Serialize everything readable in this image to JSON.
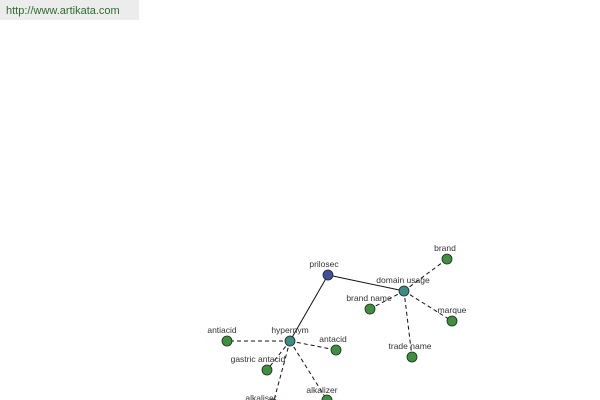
{
  "site_url": "http://www.artikata.com",
  "colors": {
    "root_node": "#3f4f9a",
    "relation_node": "#3d8a86",
    "term_node": "#3e8f3e",
    "edge": "#111111",
    "url_text": "#2e6b2e",
    "url_bg": "#ececec"
  },
  "graph": {
    "nodes": [
      {
        "id": "prilosec",
        "label": "prilosec",
        "kind": "root"
      },
      {
        "id": "domain_usage",
        "label": "domain usage",
        "kind": "relation"
      },
      {
        "id": "hypernym",
        "label": "hypernym",
        "kind": "relation"
      },
      {
        "id": "brand",
        "label": "brand",
        "kind": "term"
      },
      {
        "id": "brand_name",
        "label": "brand name",
        "kind": "term"
      },
      {
        "id": "marque",
        "label": "marque",
        "kind": "term"
      },
      {
        "id": "trade_name",
        "label": "trade name",
        "kind": "term"
      },
      {
        "id": "antiacid",
        "label": "antiacid",
        "kind": "term"
      },
      {
        "id": "antacid",
        "label": "antacid",
        "kind": "term"
      },
      {
        "id": "gastric_antacid",
        "label": "gastric antacid",
        "kind": "term"
      },
      {
        "id": "alkalizer",
        "label": "alkalizer",
        "kind": "term"
      },
      {
        "id": "alkaliser",
        "label": "alkaliser",
        "kind": "term"
      }
    ],
    "edges": [
      {
        "from": "prilosec",
        "to": "domain_usage",
        "style": "solid"
      },
      {
        "from": "prilosec",
        "to": "hypernym",
        "style": "solid"
      },
      {
        "from": "domain_usage",
        "to": "brand",
        "style": "dashed"
      },
      {
        "from": "domain_usage",
        "to": "brand_name",
        "style": "dashed"
      },
      {
        "from": "domain_usage",
        "to": "marque",
        "style": "dashed"
      },
      {
        "from": "domain_usage",
        "to": "trade_name",
        "style": "dashed"
      },
      {
        "from": "hypernym",
        "to": "antiacid",
        "style": "dashed"
      },
      {
        "from": "hypernym",
        "to": "antacid",
        "style": "dashed"
      },
      {
        "from": "hypernym",
        "to": "gastric_antacid",
        "style": "dashed"
      },
      {
        "from": "hypernym",
        "to": "alkalizer",
        "style": "dashed"
      },
      {
        "from": "hypernym",
        "to": "alkaliser",
        "style": "dashed"
      }
    ]
  }
}
